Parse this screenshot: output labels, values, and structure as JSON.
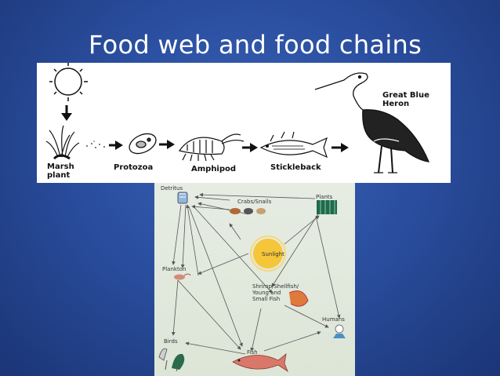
{
  "slide": {
    "title": "Food web and food chains"
  },
  "food_chain": {
    "organisms": [
      {
        "label": "Marsh\nplant"
      },
      {
        "label": "Protozoa"
      },
      {
        "label": "Amphipod"
      },
      {
        "label": "Stickleback"
      },
      {
        "label": "Great Blue\nHeron"
      }
    ]
  },
  "food_web": {
    "nodes": [
      {
        "label": "Detritus"
      },
      {
        "label": "Crabs/Snails"
      },
      {
        "label": "Plants"
      },
      {
        "label": "Sunlight"
      },
      {
        "label": "Plankton"
      },
      {
        "label": "Shrimp/Shellfish/\nYoung and\nSmall Fish"
      },
      {
        "label": "Humans"
      },
      {
        "label": "Birds"
      },
      {
        "label": "Fish"
      }
    ]
  }
}
